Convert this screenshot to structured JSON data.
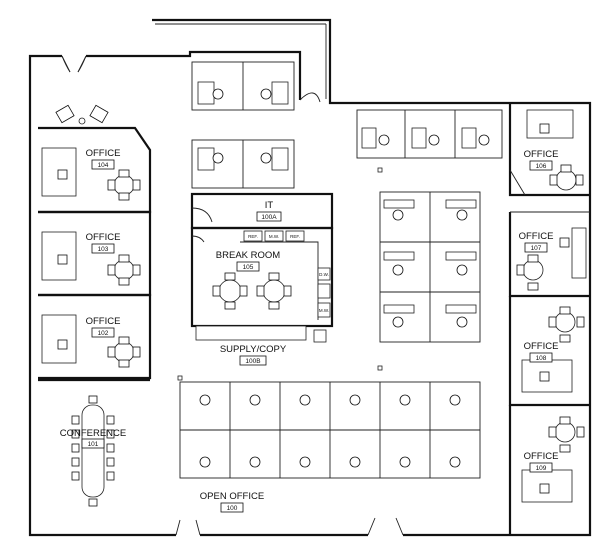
{
  "rooms": [
    {
      "id": "office-104",
      "label": "OFFICE",
      "number": "104"
    },
    {
      "id": "office-103",
      "label": "OFFICE",
      "number": "103"
    },
    {
      "id": "office-102",
      "label": "OFFICE",
      "number": "102"
    },
    {
      "id": "conference",
      "label": "CONFERENCE",
      "number": "101"
    },
    {
      "id": "it",
      "label": "IT",
      "number": "100A"
    },
    {
      "id": "break-room",
      "label": "BREAK ROOM",
      "number": "105"
    },
    {
      "id": "supply-copy",
      "label": "SUPPLY/COPY",
      "number": "100B"
    },
    {
      "id": "open-office",
      "label": "OPEN OFFICE",
      "number": "100"
    },
    {
      "id": "office-106",
      "label": "OFFICE",
      "number": "106"
    },
    {
      "id": "office-107",
      "label": "OFFICE",
      "number": "107"
    },
    {
      "id": "office-108",
      "label": "OFFICE",
      "number": "108"
    },
    {
      "id": "office-109",
      "label": "OFFICE",
      "number": "109"
    }
  ],
  "appliances": {
    "fridge_1": "REF.",
    "microwave_1": "M.W.",
    "fridge_2": "REF.",
    "dishwasher": "D.W.",
    "microwave_2": "M.W."
  }
}
